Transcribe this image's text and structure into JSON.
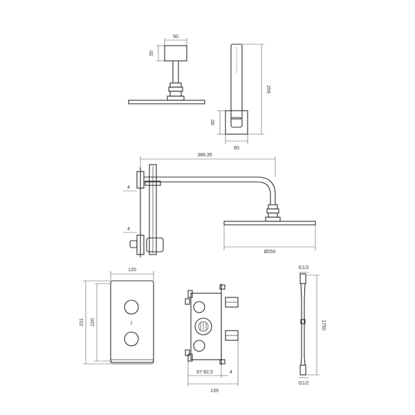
{
  "labels": {
    "d50w": "50",
    "d50h": "50",
    "d259": "259",
    "d60h": "60",
    "d60w": "60",
    "d386": "386,35",
    "d4a": "4",
    "d4b": "4",
    "d250": "Ø250",
    "d120": "120",
    "d231": "231",
    "d220": "220",
    "d87": "87-92,5",
    "d4c": "4",
    "d139": "139",
    "g12top": "G1/2",
    "g12bot": "G1/2",
    "d1750": "1750"
  }
}
